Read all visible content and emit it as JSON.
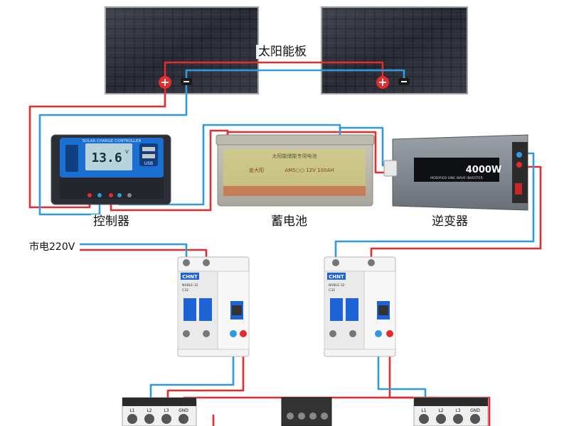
{
  "labels": {
    "solar_panel": "太阳能板",
    "controller": "控制器",
    "battery": "蓄电池",
    "inverter": "逆变器",
    "grid": "市电220V"
  },
  "controller": {
    "header": "SOLAR CHARGE CONTROLLER",
    "display": "13.6",
    "display_unit": "V",
    "usb_label": "USB"
  },
  "battery": {
    "brand": "金大阳",
    "spec": "AMS○○ 12V 100AH",
    "top_text": "太阳能储能专用电池"
  },
  "inverter": {
    "power": "4000W",
    "subtitle": "MODIFIED SINE WAVE INVERTER"
  },
  "breaker": {
    "brand": "CHNT",
    "model": "NXBLE-32",
    "rating": "C32"
  },
  "terminals": [
    "L1",
    "L2",
    "L3",
    "GND"
  ],
  "wire_colors": {
    "positive": "#e52b2b",
    "negative": "#2e9be0"
  }
}
